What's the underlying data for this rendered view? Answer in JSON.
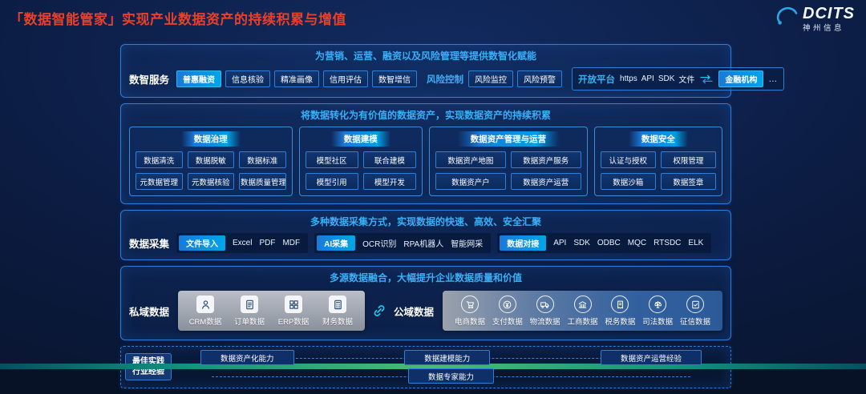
{
  "page": {
    "title": "「数据智能管家」实现产业数据资产的持续积累与增值",
    "logo": {
      "brand": "DCITS",
      "subtitle": "神州信息"
    }
  },
  "colors": {
    "accent_blue": "#38b0f8",
    "highlight_from": "#1b79d8",
    "highlight_to": "#00a6e8",
    "title_red": "#e8402c",
    "bottom_bar_green": "#4cbb72"
  },
  "smart_service": {
    "label": "数智服务",
    "heading": "为营销、运营、融资以及风险管理等提供数智化赋能",
    "buttons": [
      {
        "label": "普惠融资",
        "highlight": true
      },
      {
        "label": "信息核验",
        "highlight": false
      },
      {
        "label": "精准画像",
        "highlight": false
      },
      {
        "label": "信用评估",
        "highlight": false
      },
      {
        "label": "数智增信",
        "highlight": false
      }
    ],
    "risk_label": "风险控制",
    "risk_buttons": [
      "风险监控",
      "风险预警"
    ],
    "open_platform": {
      "label": "开放平台",
      "channels": [
        "https",
        "API",
        "SDK",
        "文件"
      ],
      "arrow_icon": "transfer-arrows",
      "target": "金融机构",
      "more": "…"
    }
  },
  "asset_layer": {
    "heading": "将数据转化为有价值的数据资产，实现数据资产的持续积累",
    "panels": [
      {
        "title": "数据治理",
        "cols": 3,
        "buttons": [
          "数据清洗",
          "数据脱敏",
          "数据标准",
          "元数据管理",
          "元数据核验",
          "数据质量管理"
        ]
      },
      {
        "title": "数据建模",
        "cols": 2,
        "buttons": [
          "模型社区",
          "联合建模",
          "模型引用",
          "模型开发"
        ]
      },
      {
        "title": "数据资产管理与运营",
        "cols": 2,
        "buttons": [
          "数据资产地图",
          "数据资产服务",
          "数据资产户",
          "数据资产运营"
        ]
      },
      {
        "title": "数据安全",
        "cols": 2,
        "buttons": [
          "认证与授权",
          "权限管理",
          "数据沙箱",
          "数据签章"
        ]
      }
    ]
  },
  "collection": {
    "label": "数据采集",
    "heading": "多种数据采集方式，实现数据的快速、高效、安全汇聚",
    "groups": [
      {
        "tab": "文件导入",
        "items": [
          "Excel",
          "PDF",
          "MDF"
        ]
      },
      {
        "tab": "AI采集",
        "items": [
          "OCR识别",
          "RPA机器人",
          "智能网采"
        ]
      },
      {
        "tab": "数据对接",
        "items": [
          "API",
          "SDK",
          "ODBC",
          "MQC",
          "RTSDC",
          "ELK"
        ]
      }
    ]
  },
  "fusion": {
    "heading": "多源数据融合，大幅提升企业数据质量和价值",
    "private_label": "私域数据",
    "link_icon": "link",
    "private_items": [
      {
        "label": "CRM数据",
        "icon": "crm"
      },
      {
        "label": "订单数据",
        "icon": "order"
      },
      {
        "label": "ERP数据",
        "icon": "erp"
      },
      {
        "label": "财务数据",
        "icon": "finance"
      }
    ],
    "public_label": "公域数据",
    "public_items": [
      {
        "label": "电商数据",
        "icon": "ecommerce"
      },
      {
        "label": "支付数据",
        "icon": "payment"
      },
      {
        "label": "物流数据",
        "icon": "logistics"
      },
      {
        "label": "工商数据",
        "icon": "business"
      },
      {
        "label": "税务数据",
        "icon": "tax"
      },
      {
        "label": "司法数据",
        "icon": "judicial"
      },
      {
        "label": "征信数据",
        "icon": "credit"
      }
    ]
  },
  "practice": {
    "label_lines": [
      "最佳实践",
      "行业经验"
    ],
    "row1": [
      "数据资产化能力",
      "数据建模能力",
      "数据资产运营经验"
    ],
    "row2": [
      "数据专家能力"
    ]
  }
}
